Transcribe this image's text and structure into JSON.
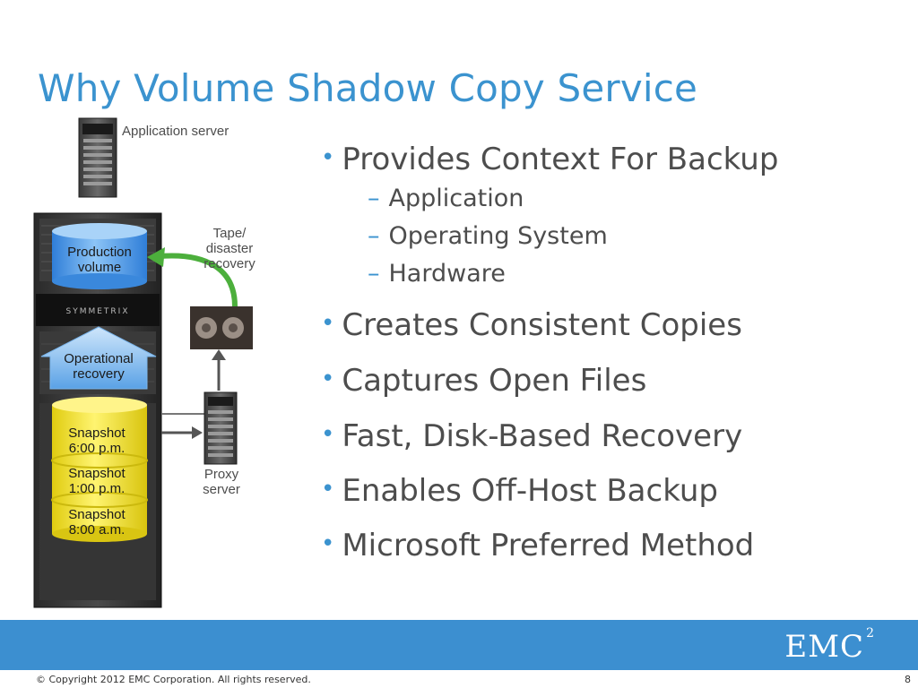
{
  "slide": {
    "title": "Why Volume Shadow Copy Service"
  },
  "diagram": {
    "application_server_label": "Application server",
    "tape_label_line1": "Tape/",
    "tape_label_line2": "disaster",
    "tape_label_line3": "recovery",
    "production_volume_line1": "Production",
    "production_volume_line2": "volume",
    "operational_recovery_line1": "Operational",
    "operational_recovery_line2": "recovery",
    "snapshots": [
      {
        "line1": "Snapshot",
        "line2": "6:00 p.m."
      },
      {
        "line1": "Snapshot",
        "line2": "1:00 p.m."
      },
      {
        "line1": "Snapshot",
        "line2": "8:00 a.m."
      }
    ],
    "proxy_server_line1": "Proxy",
    "proxy_server_line2": "server",
    "array_brand": "SYMMETRIX"
  },
  "bullets": [
    {
      "text": "Provides Context For Backup",
      "sub": [
        "Application",
        "Operating System",
        "Hardware"
      ]
    },
    {
      "text": "Creates Consistent Copies"
    },
    {
      "text": "Captures Open Files"
    },
    {
      "text": "Fast, Disk-Based Recovery"
    },
    {
      "text": "Enables Off-Host Backup"
    },
    {
      "text": "Microsoft Preferred Method"
    }
  ],
  "footer": {
    "logo_text": "EMC",
    "logo_superscript": "2",
    "copyright": "© Copyright 2012 EMC Corporation. All rights reserved.",
    "page_number": "8"
  },
  "colors": {
    "accent": "#3b93cf",
    "footer_band": "#3c8fd0",
    "body_text": "#4d4d4d",
    "arrow_green": "#4caf3c",
    "snapshot_yellow": "#f2e21a",
    "volume_blue": "#5b9fe0"
  },
  "icons": {
    "bullet": "•",
    "dash": "–"
  }
}
